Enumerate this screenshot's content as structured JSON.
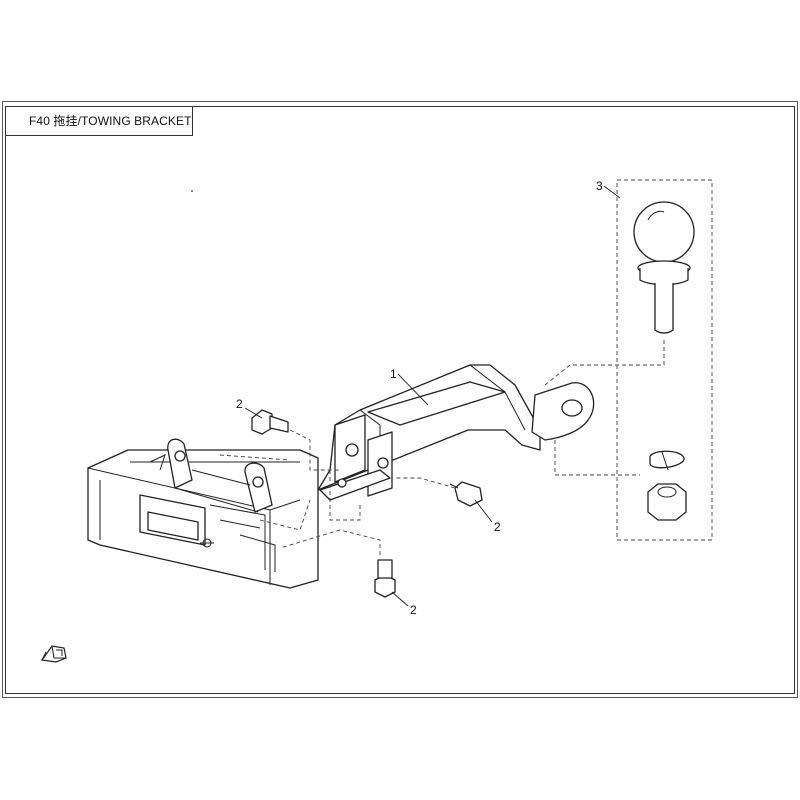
{
  "title": "F40 拖挂/TOWING BRACKET",
  "callouts": {
    "c1": "1",
    "c2a": "2",
    "c2b": "2",
    "c2c": "2",
    "c3": "3"
  },
  "icons": {
    "orientation": "direction-arrow-icon"
  },
  "colors": {
    "line": "#222222",
    "background": "#ffffff"
  }
}
